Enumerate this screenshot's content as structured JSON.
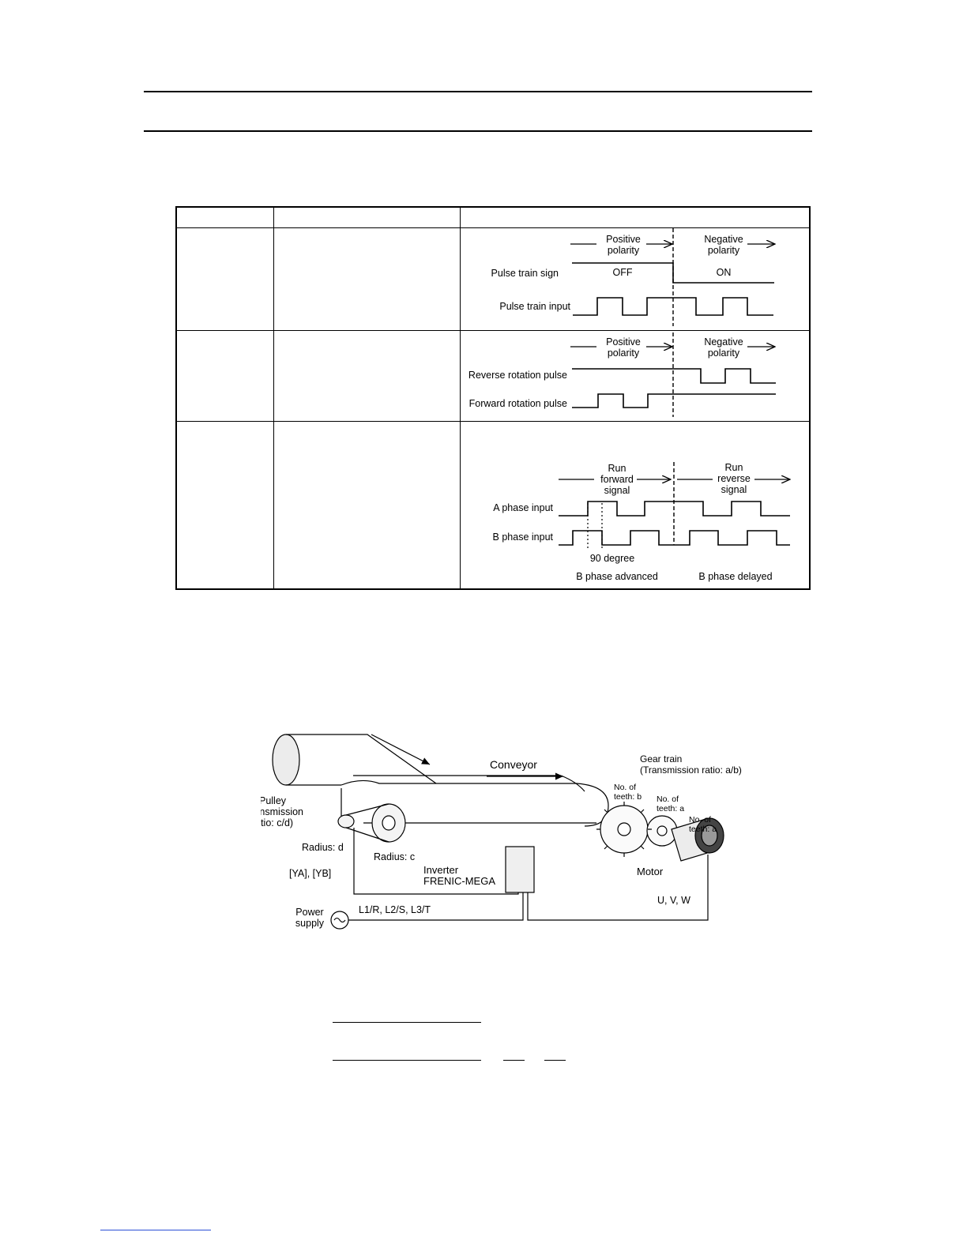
{
  "pulse_sign_row": {
    "positive_1": "Positive",
    "positive_2": "polarity",
    "negative_1": "Negative",
    "negative_2": "polarity",
    "sign_label": "Pulse train sign",
    "off": "OFF",
    "on": "ON",
    "input_label": "Pulse train input"
  },
  "fwd_rev_row": {
    "positive_1": "Positive",
    "positive_2": "polarity",
    "negative_1": "Negative",
    "negative_2": "polarity",
    "reverse_label": "Reverse rotation pulse",
    "forward_label": "Forward rotation pulse"
  },
  "ab_phase_row": {
    "fwd_1": "Run",
    "fwd_2": "forward",
    "fwd_3": "signal",
    "rev_1": "Run",
    "rev_2": "reverse",
    "rev_3": "signal",
    "a_label": "A phase input",
    "b_label": "B phase input",
    "degree": "90 degree",
    "advanced": "B phase advanced",
    "delayed": "B phase delayed"
  },
  "conveyor": {
    "conveyor": "Conveyor",
    "gear_train_1": "Gear train",
    "gear_train_2": "(Transmission ratio: a/b)",
    "teeth_b_1": "No. of",
    "teeth_b_2": "teeth: b",
    "teeth_a_1": "No. of",
    "teeth_a_2": "teeth: a",
    "teeth_a2_1": "No. of",
    "teeth_a2_2": "teeth: a",
    "pulley_1": "Pulley",
    "pulley_2": "(Transmission",
    "pulley_3": "ratio: c/d)",
    "radius_d": "Radius: d",
    "radius_c": "Radius: c",
    "ya_yb": "[YA], [YB]",
    "inverter_1": "Inverter",
    "inverter_2": "FRENIC-MEGA",
    "motor": "Motor",
    "uvw": "U, V, W",
    "power_1": "Power",
    "power_2": "supply",
    "l_terminals": "L1/R, L2/S, L3/T"
  }
}
